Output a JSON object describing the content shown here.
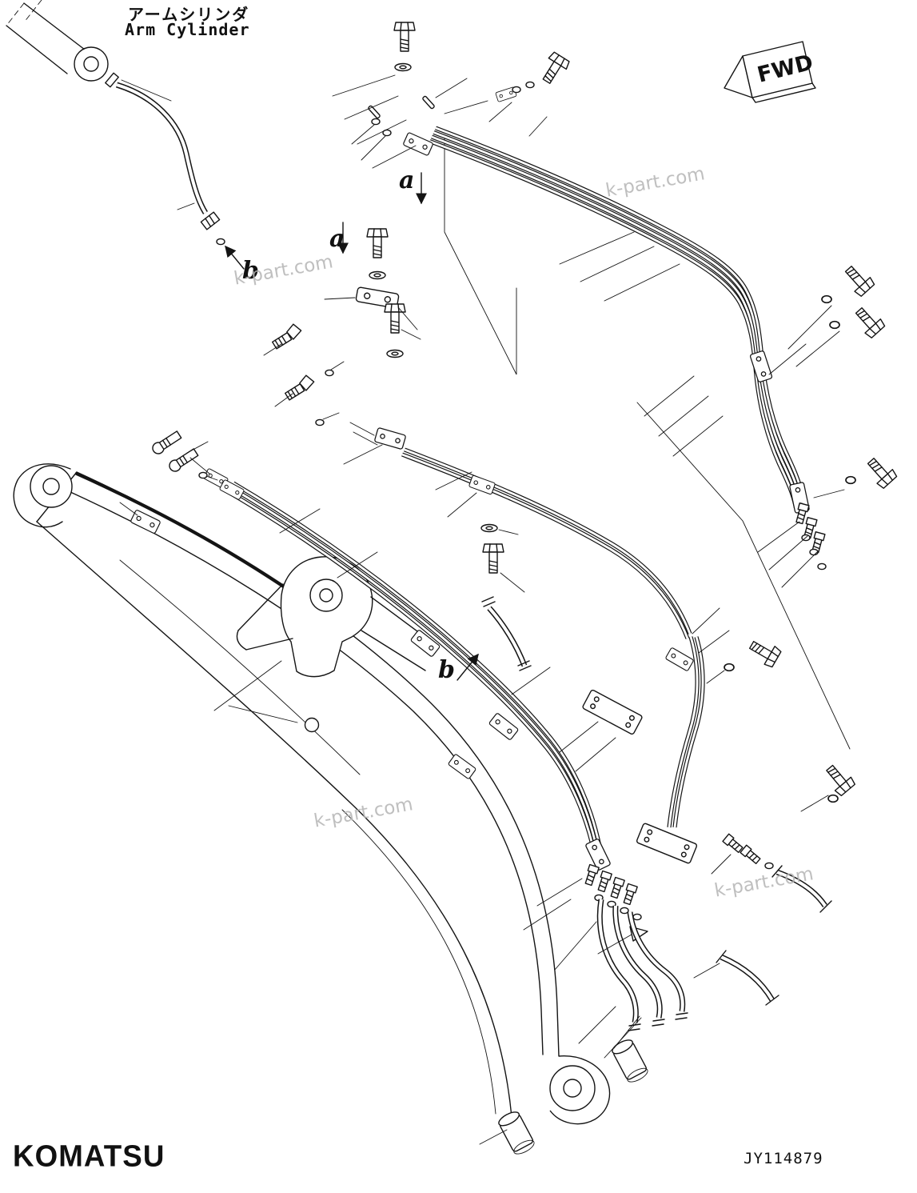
{
  "diagram": {
    "title_jp": "アームシリンダ",
    "title_en": "Arm Cylinder",
    "fwd_label": "FWD",
    "brand": "KOMATSU",
    "doc_number": "JY114879",
    "callouts": {
      "a_upper": "a",
      "a_mid": "a",
      "b_top": "b",
      "b_mid": "b"
    },
    "watermark": "k-part.com"
  }
}
